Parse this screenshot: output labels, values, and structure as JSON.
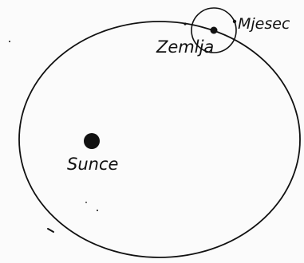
{
  "labels": {
    "sun": "Sunce",
    "earth": "Zemlja",
    "moon": "Mjesec"
  },
  "colors": {
    "ink": "#111111",
    "paper": "#fbfbfb"
  }
}
